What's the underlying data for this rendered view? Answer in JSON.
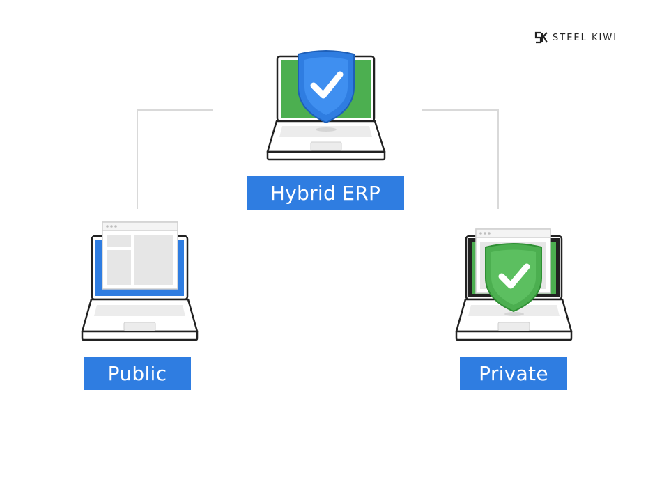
{
  "brand": {
    "name": "STEEL KIWI"
  },
  "nodes": {
    "hybrid": {
      "label": "Hybrid ERP"
    },
    "public": {
      "label": "Public"
    },
    "private": {
      "label": "Private"
    }
  },
  "colors": {
    "label_blue": "#2f7de1",
    "screen_green": "#4caf50",
    "shield_blue": "#2f7de1",
    "shield_green": "#4caf50",
    "screen_blue": "#2f7de1",
    "connector_gray": "#d9d9d9",
    "outline": "#222222"
  },
  "icons": {
    "hybrid": "laptop-with-shield-icon",
    "public": "laptop-with-browser-window-icon",
    "private": "laptop-with-browser-and-shield-icon",
    "check": "checkmark-icon"
  }
}
